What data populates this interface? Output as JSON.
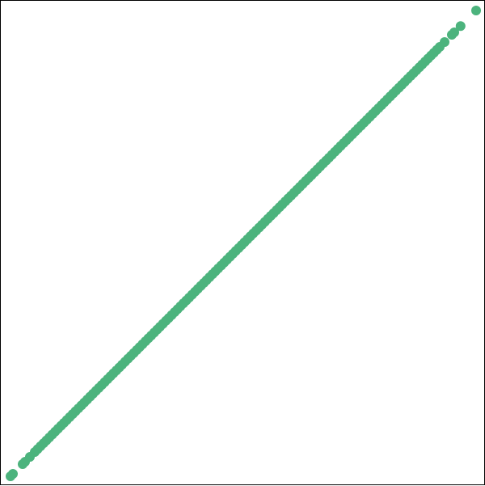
{
  "chart_data": {
    "type": "scatter",
    "title": "",
    "xlabel": "",
    "ylabel": "",
    "xlim": [
      0,
      1
    ],
    "ylim": [
      0,
      1
    ],
    "grid": false,
    "legend": "none",
    "axes_ticks_visible": false,
    "colors": {
      "points": "#4cb37d",
      "frame": "#000000",
      "background": "#ffffff"
    },
    "series": [
      {
        "dense_diagonal_band": {
          "x_start": 0.07,
          "x_end": 0.905,
          "count": 140,
          "relation": "y = x"
        },
        "points": [
          {
            "x": 0.02,
            "y": 0.02
          },
          {
            "x": 0.025,
            "y": 0.025
          },
          {
            "x": 0.045,
            "y": 0.045
          },
          {
            "x": 0.05,
            "y": 0.05
          },
          {
            "x": 0.06,
            "y": 0.06
          },
          {
            "x": 0.915,
            "y": 0.915
          },
          {
            "x": 0.93,
            "y": 0.93
          },
          {
            "x": 0.935,
            "y": 0.935
          },
          {
            "x": 0.948,
            "y": 0.948
          },
          {
            "x": 0.98,
            "y": 0.98
          }
        ]
      }
    ]
  }
}
